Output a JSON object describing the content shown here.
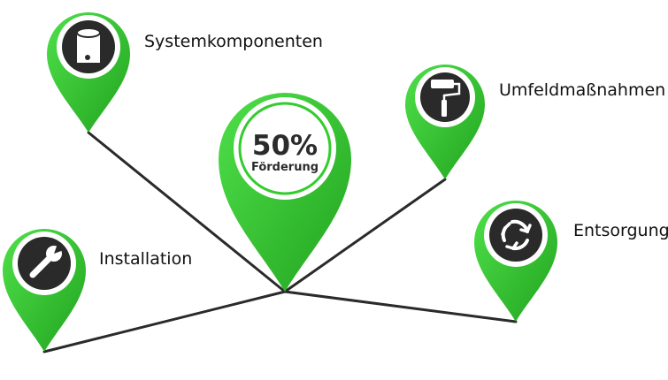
{
  "colors": {
    "pin_fill": "#33cc2e",
    "pin_dark": "#1f9a1c",
    "ring": "#ffffff",
    "icon_bg": "#2a2a2a",
    "line": "#2a2a2a"
  },
  "center": {
    "percent": "50%",
    "subtitle": "Förderung"
  },
  "nodes": [
    {
      "id": "systemkomponenten",
      "label": "Systemkomponenten",
      "icon": "cylinder-tank-icon"
    },
    {
      "id": "umfeldmassnahmen",
      "label": "Umfeldmaßnahmen",
      "icon": "paint-roller-icon"
    },
    {
      "id": "installation",
      "label": "Installation",
      "icon": "wrench-icon"
    },
    {
      "id": "entsorgung",
      "label": "Entsorgung",
      "icon": "recycle-icon"
    }
  ]
}
